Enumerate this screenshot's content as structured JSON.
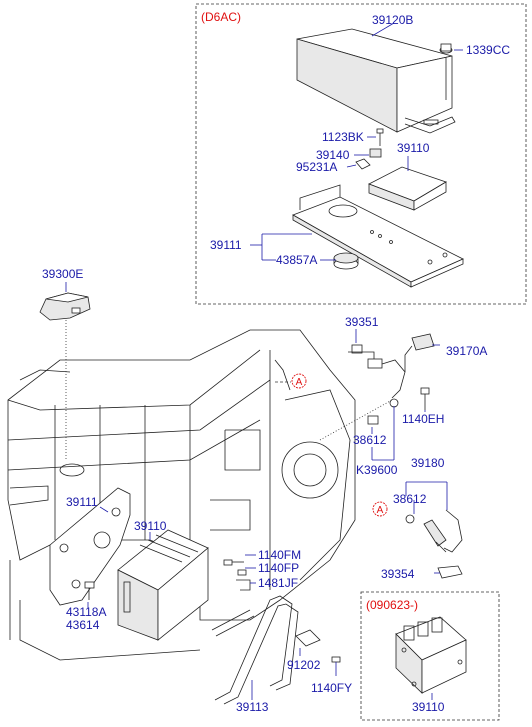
{
  "colors": {
    "part_label": "#1a1aa8",
    "variant_label": "#e01010",
    "line_art": "#222222"
  },
  "groups": {
    "d6ac": {
      "label": "(D6AC)"
    },
    "variant_090623": {
      "label": "(090623-)"
    }
  },
  "markers": {
    "a_letter": "A"
  },
  "parts": {
    "p39120B": "39120B",
    "p1339CC": "1339CC",
    "p1123BK": "1123BK",
    "p39140": "39140",
    "p39110_top": "39110",
    "p95231A": "95231A",
    "p39111_top": "39111",
    "p43857A": "43857A",
    "p39300E": "39300E",
    "p39351": "39351",
    "p39170A": "39170A",
    "p1140EH": "1140EH",
    "p38612_a": "38612",
    "pK39600": "K39600",
    "p39180": "39180",
    "p38612_b": "38612",
    "p39354": "39354",
    "p39111_mid": "39111",
    "p39110_mid": "39110",
    "p1140FM": "1140FM",
    "p1140FP": "1140FP",
    "p1481JF": "1481JF",
    "p43118A": "43118A",
    "p43614": "43614",
    "p91202": "91202",
    "p1140FY": "1140FY",
    "p39113": "39113",
    "p39110_box": "39110"
  }
}
